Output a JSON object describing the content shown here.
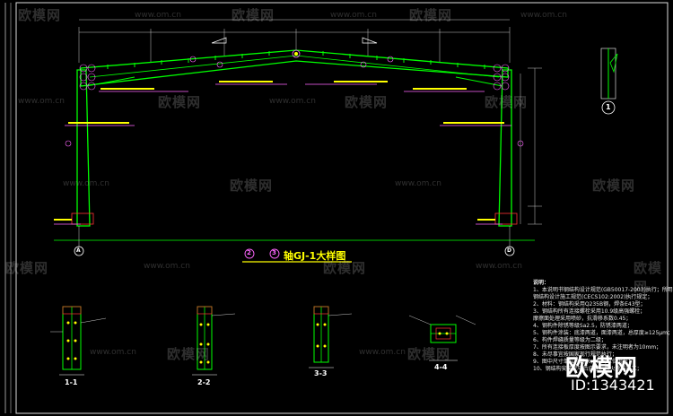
{
  "drawing": {
    "title_grid_from": "2",
    "title_grid_to": "3",
    "title": "轴GJ-1大样图",
    "detail_ref": "1",
    "section_labels": [
      "1-1",
      "2-2",
      "3-3",
      "4-4"
    ],
    "grid_axes": [
      "A",
      "D"
    ]
  },
  "notes": {
    "heading": "说明：",
    "lines": [
      "1、本说明书钢结构设计规范(GB50017-2003)执行；所用",
      "   钢结构设计施工规范(CECS102:2002)执行规定；",
      "2、材料：钢结构采用Q235B钢，焊条E43型；",
      "3、钢结构所有连接螺栓采用10.9级高强螺栓；",
      "   摩擦面处理采用喷砂，抗滑移系数0.45；",
      "4、钢构件除锈等级Sa2.5，防锈漆两道；",
      "5、钢构件涂装：底漆两道，面漆两道，总厚度≥125μm；",
      "6、构件焊缝质量等级为二级；",
      "7、所有连接板厚度按图示要求，未注明者为10mm；",
      "8、未尽事宜按国家现行规范执行；",
      "9、图中尺寸单位为毫米，标高单位为米；",
      "10、钢结构安装完毕后应进行防火涂料施工；"
    ]
  },
  "watermarks": {
    "brand": "欧模网",
    "url": "www.om.cn",
    "big_brand": "欧模网",
    "id": "ID:1343421"
  },
  "colors": {
    "frame": "#00ff00",
    "dim": "#c8c8c8",
    "annot": "#ff66ff",
    "text_yellow": "#ffff00",
    "circle_red": "#ff3333"
  }
}
